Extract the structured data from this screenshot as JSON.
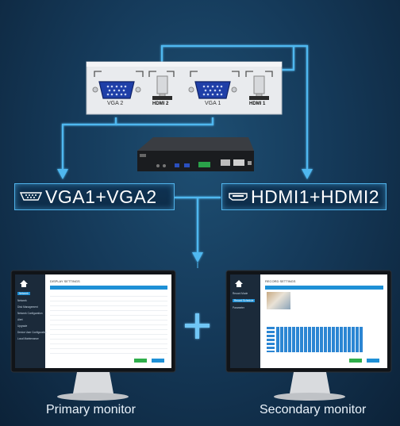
{
  "panel": {
    "ports": [
      "VGA 2",
      "HDMI 2",
      "VGA 1",
      "HDMI 1"
    ]
  },
  "badges": {
    "vga": "VGA1+VGA2",
    "hdmi": "HDMI1+HDMI2"
  },
  "plus_sign": "+",
  "primary_screen": {
    "title": "DISPLAY SETTINGS",
    "nav": [
      "Network",
      "Network",
      "Disk Management",
      "Network Configuration",
      "Alert",
      "Upgrade",
      "Device User Configuration",
      "Local Maintenance"
    ]
  },
  "secondary_screen": {
    "title": "RECORD SETTINGS",
    "nav": [
      "Record Mode",
      "Record Schedule",
      "Parameter"
    ]
  },
  "captions": {
    "primary": "Primary monitor",
    "secondary": "Secondary monitor"
  },
  "colors": {
    "line": "#4fb8f0",
    "background": "#153a5a",
    "accent": "#1e90d6"
  }
}
